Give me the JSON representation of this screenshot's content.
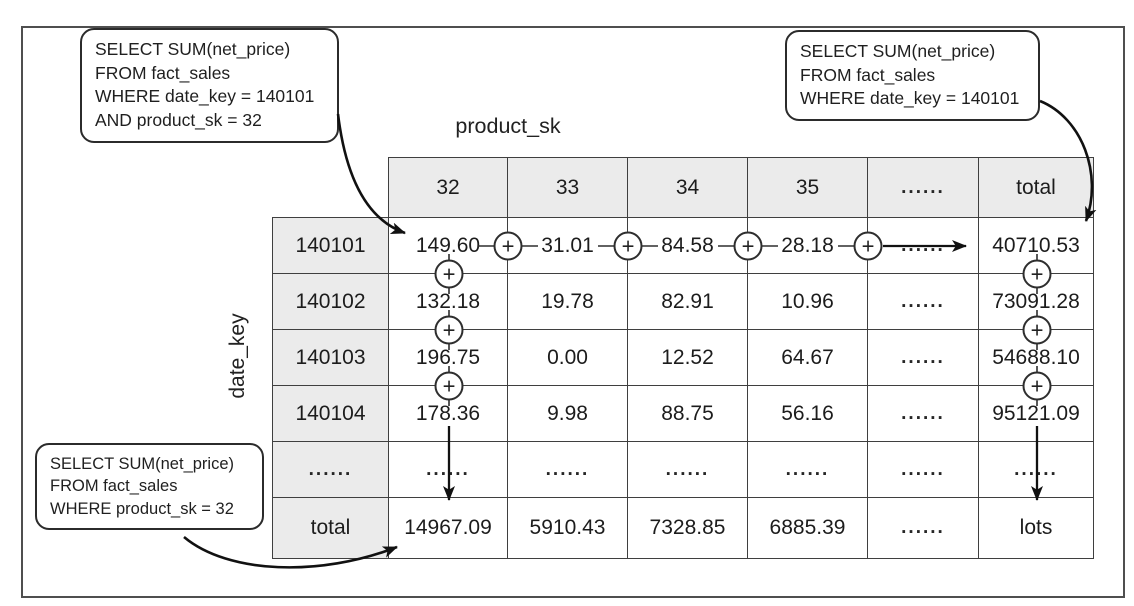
{
  "axes": {
    "column_axis_label": "product_sk",
    "row_axis_label": "date_key"
  },
  "callouts": {
    "top_left": {
      "lines": [
        "SELECT SUM(net_price)",
        "FROM fact_sales",
        "WHERE date_key = 140101",
        "AND product_sk = 32"
      ]
    },
    "top_right": {
      "lines": [
        "SELECT SUM(net_price)",
        "FROM fact_sales",
        "WHERE date_key = 140101"
      ]
    },
    "bottom_left": {
      "lines": [
        "SELECT SUM(net_price)",
        "FROM fact_sales",
        "WHERE product_sk = 32"
      ]
    }
  },
  "grid": {
    "col_headers": [
      "32",
      "33",
      "34",
      "35",
      "......",
      "total"
    ],
    "row_headers": [
      "140101",
      "140102",
      "140103",
      "140104",
      "......",
      "total"
    ],
    "rows": [
      [
        "149.60",
        "31.01",
        "84.58",
        "28.18",
        "......",
        "40710.53"
      ],
      [
        "132.18",
        "19.78",
        "82.91",
        "10.96",
        "......",
        "73091.28"
      ],
      [
        "196.75",
        "0.00",
        "12.52",
        "64.67",
        "......",
        "54688.10"
      ],
      [
        "178.36",
        "9.98",
        "88.75",
        "56.16",
        "......",
        "95121.09"
      ],
      [
        "......",
        "......",
        "......",
        "......",
        "......",
        "......"
      ],
      [
        "14967.09",
        "5910.43",
        "7328.85",
        "6885.39",
        "......",
        "lots"
      ]
    ]
  },
  "icons": {
    "plus_operator": "+"
  },
  "colors": {
    "header_bg": "#ebebeb",
    "grid_line": "#3f3f3f",
    "arrow": "#111111",
    "text": "#1c1c1c"
  }
}
